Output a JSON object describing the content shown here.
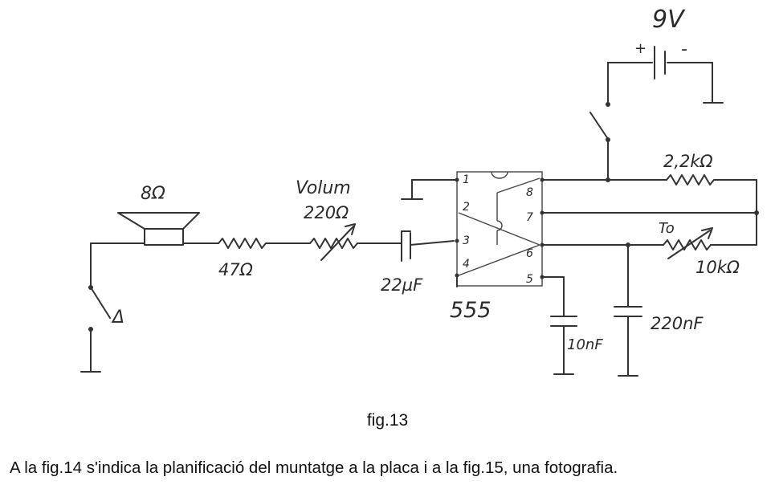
{
  "diagram": {
    "supply_label": "9V",
    "battery_plus": "+",
    "battery_minus": "-",
    "speaker_label": "8Ω",
    "resistor_47_label": "47Ω",
    "volume_label": "Volum",
    "volume_value": "220Ω",
    "cap_22u_label": "22µF",
    "ic_label": "555",
    "pins": [
      "1",
      "2",
      "3",
      "4",
      "5",
      "6",
      "7",
      "8"
    ],
    "r_2k2_label": "2,2kΩ",
    "pot_label": "To",
    "pot_value": "10kΩ",
    "cap_10n_label": "10nF",
    "cap_220n_label": "220nF",
    "switch_symbol": "Δ"
  },
  "caption": "fig.13",
  "body_text": "A la fig.14 s'indica la planificació del muntatge a la placa i a la fig.15, una fotografia."
}
